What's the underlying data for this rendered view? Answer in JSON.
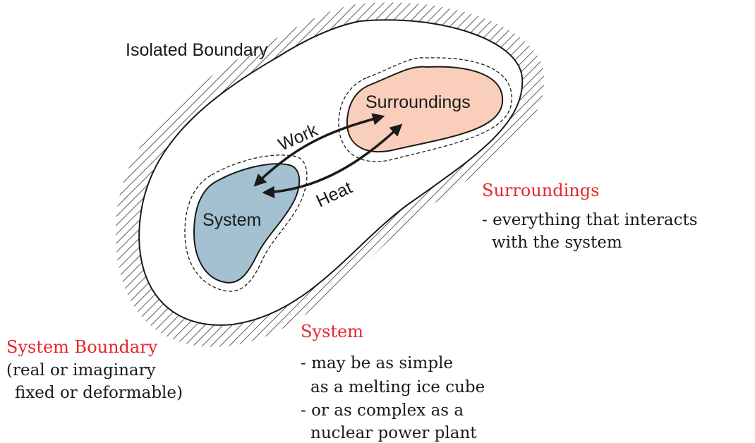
{
  "diagram": {
    "isolated_boundary_label": "Isolated Boundary",
    "surroundings_region_label": "Surroundings",
    "system_region_label": "System",
    "work_label": "Work",
    "heat_label": "Heat"
  },
  "notes": {
    "surroundings": {
      "title": "Surroundings",
      "line1": "- everything that interacts",
      "line2": "with the system"
    },
    "system_boundary": {
      "title": "System Boundary",
      "line1": "(real or imaginary",
      "line2": "fixed or deformable)"
    },
    "system": {
      "title": "System",
      "line1": "- may be as simple",
      "line2": "as a melting ice cube",
      "line3": "- or as complex as a",
      "line4": "nuclear power plant"
    }
  },
  "colors": {
    "system_fill": "#a3c1d0",
    "surroundings_fill": "#f9cfbc",
    "note_title": "#e8262b",
    "line": "#1a1a1a"
  }
}
